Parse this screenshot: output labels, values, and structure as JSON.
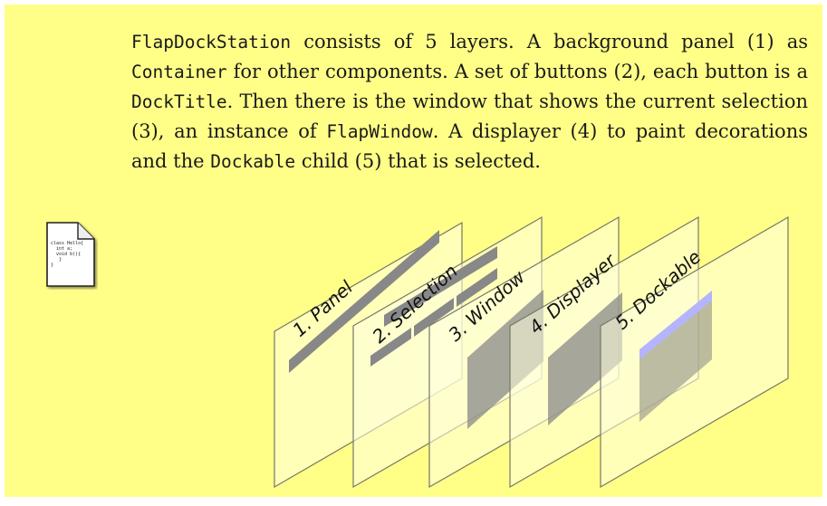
{
  "description": {
    "segments": [
      {
        "text": "FlapDockStation",
        "code": true
      },
      {
        "text": " consists of 5 layers. A background panel (1) as ",
        "code": false
      },
      {
        "text": "Container",
        "code": true
      },
      {
        "text": " for other components. A set of buttons (2), each button is a ",
        "code": false
      },
      {
        "text": "DockTitle",
        "code": true
      },
      {
        "text": ". Then there is the window that shows the current selection (3), an instance of ",
        "code": false
      },
      {
        "text": "FlapWindow",
        "code": true
      },
      {
        "text": ". A displayer (4) to paint decorations and the ",
        "code": false
      },
      {
        "text": "Dockable",
        "code": true
      },
      {
        "text": " child (5) that is selected.",
        "code": false
      }
    ]
  },
  "file_icon": {
    "icon": "source-code-file-icon",
    "code_text": "class Hello{\n  int a;\n  void b(){\n   }\n}"
  },
  "layers": [
    {
      "label": "1. Panel"
    },
    {
      "label": "2. Selection"
    },
    {
      "label": "3. Window"
    },
    {
      "label": "4. Displayer"
    },
    {
      "label": "5. Dockable"
    }
  ],
  "colors": {
    "background": "#ffff88",
    "layer_fill": "#ffffe0",
    "layer_stroke": "#777766",
    "component_fill": "#888888",
    "title_bar": "#b4b4ff"
  }
}
